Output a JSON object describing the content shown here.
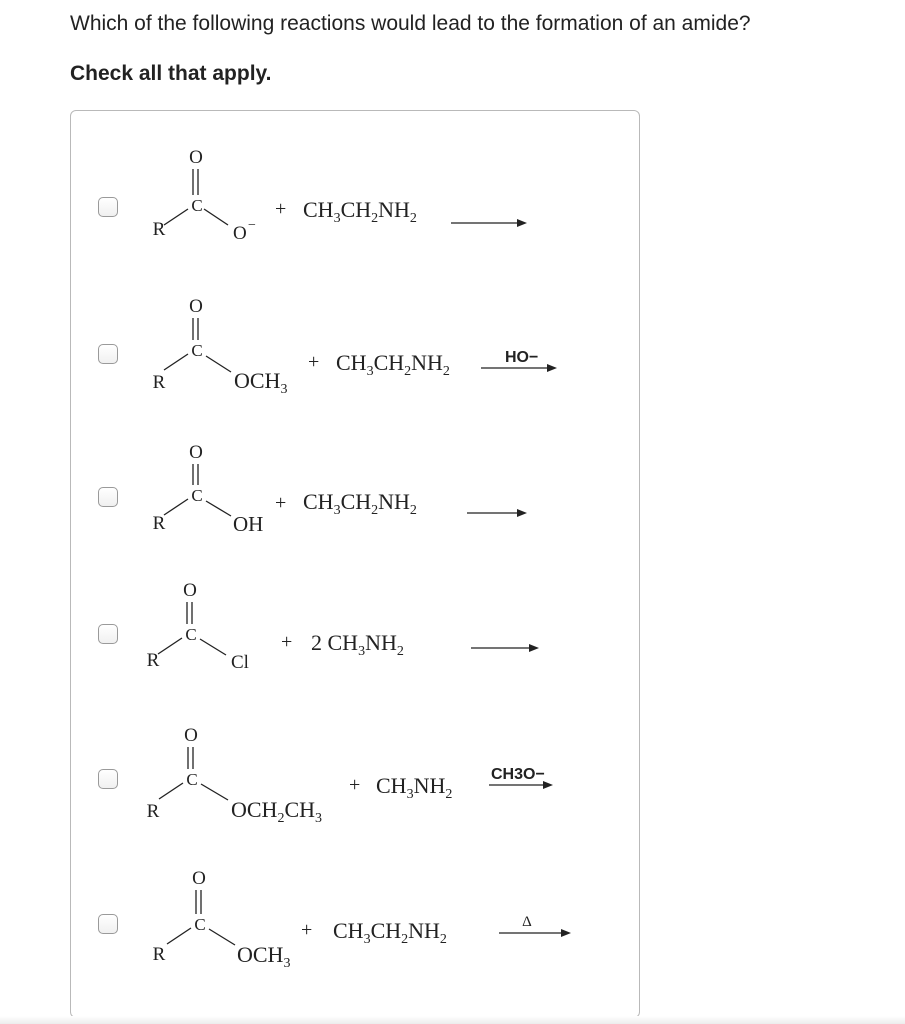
{
  "question": {
    "text": "Which of the following reactions would lead to the formation of an amide?"
  },
  "instruction": {
    "text": "Check all that apply."
  },
  "options": [
    {
      "checked": false,
      "carbonyl_o": "O",
      "carbon": "C",
      "r_group": "R",
      "leaving_group": "O",
      "leaving_charge": "−",
      "plus": "+",
      "reagent": "CH3CH2NH2",
      "condition": ""
    },
    {
      "checked": false,
      "carbonyl_o": "O",
      "carbon": "C",
      "r_group": "R",
      "leaving_group": "OCH3",
      "plus": "+",
      "reagent": "CH3CH2NH2",
      "condition": "HO−"
    },
    {
      "checked": false,
      "carbonyl_o": "O",
      "carbon": "C",
      "r_group": "R",
      "leaving_group": "OH",
      "plus": "+",
      "reagent": "CH3CH2NH2",
      "condition": ""
    },
    {
      "checked": false,
      "carbonyl_o": "O",
      "carbon": "C",
      "r_group": "R",
      "leaving_group": "Cl",
      "plus": "+",
      "reagent": "2 CH3NH2",
      "condition": ""
    },
    {
      "checked": false,
      "carbonyl_o": "O",
      "carbon": "C",
      "r_group": "R",
      "leaving_group": "OCH2CH3",
      "plus": "+",
      "reagent": "CH3NH2",
      "condition": "CH3O−"
    },
    {
      "checked": false,
      "carbonyl_o": "O",
      "carbon": "C",
      "r_group": "R",
      "leaving_group": "OCH3",
      "plus": "+",
      "reagent": "CH3CH2NH2",
      "condition": "Δ"
    }
  ]
}
